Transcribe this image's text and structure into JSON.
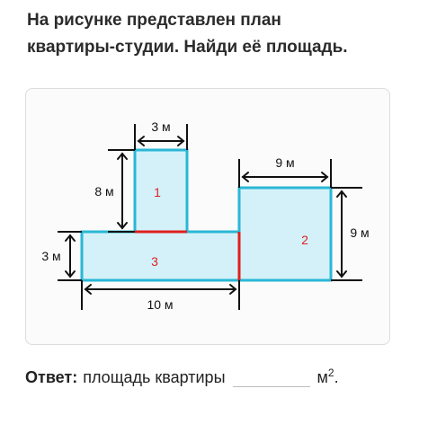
{
  "question": {
    "line1": "На рисунке представлен план",
    "line2": "квартиры-студии. Найди её площадь."
  },
  "plan": {
    "dim_top_left": "3 м",
    "dim_height_room1": "8 м",
    "dim_top_right": "9 м",
    "dim_height_room2": "9 м",
    "dim_height_room3": "3 м",
    "dim_bottom": "10 м",
    "room1": "1",
    "room2": "2",
    "room3": "3",
    "colors": {
      "room_fill": "#d4f1f9",
      "room_border": "#2ab7d6",
      "divider": "#e02020",
      "label": "#e02020"
    }
  },
  "answer": {
    "label": "Ответ:",
    "text": "площадь квартиры",
    "unit": "м",
    "exponent": "2",
    "end": "."
  }
}
